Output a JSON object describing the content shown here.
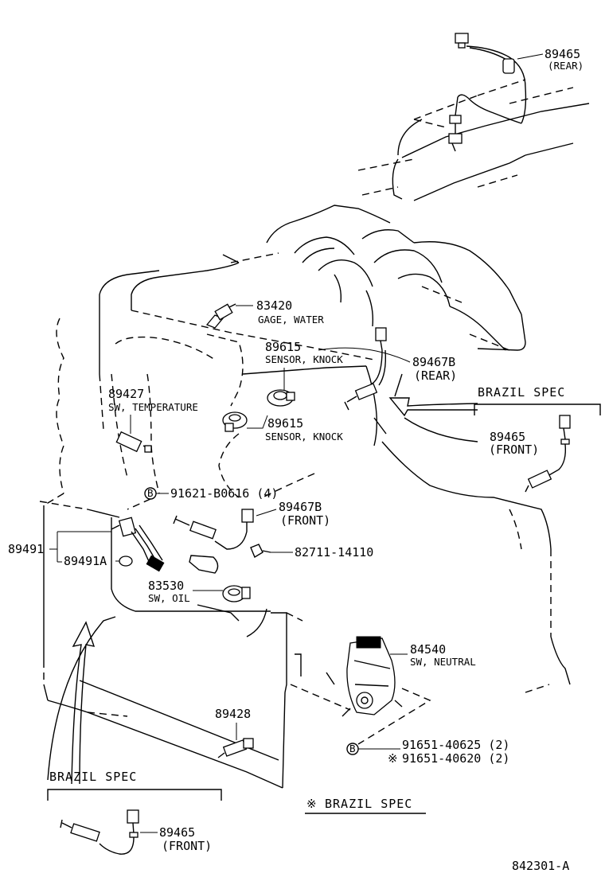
{
  "labels": {
    "p89465_rear_num": "89465",
    "p89465_rear_sub": "(REAR)",
    "p83420_num": "83420",
    "p83420_sub": "GAGE, WATER",
    "p89615a_num": "89615",
    "p89615a_sub": "SENSOR, KNOCK",
    "p89467b_rear_num": "89467B",
    "p89467b_rear_sub": "(REAR)",
    "brazil_spec_right": "BRAZIL SPEC",
    "p89427_num": "89427",
    "p89427_sub": "SW, TEMPERATURE",
    "p89615b_num": "89615",
    "p89615b_sub": "SENSOR, KNOCK",
    "p89465_front_right_num": "89465",
    "p89465_front_right_sub": "(FRONT)",
    "p91621_code": "91621-B0616 (4)",
    "p89467b_front_num": "89467B",
    "p89467b_front_sub": "(FRONT)",
    "p89491_num": "89491",
    "p89491a_num": "89491A",
    "p82711_code": "82711-14110",
    "p83530_num": "83530",
    "p83530_sub": "SW, OIL",
    "p84540_num": "84540",
    "p84540_sub": "SW, NEUTRAL",
    "p89428_num": "89428",
    "p91651a_code": "91651-40625 (2)",
    "p91651b_code": "91651-40620 (2)",
    "p91651b_mark": "※",
    "marker_b": "B",
    "brazil_spec_left": "BRAZIL SPEC",
    "p89465_front_left_num": "89465",
    "p89465_front_left_sub": "(FRONT)",
    "brazil_note_mark": "※",
    "brazil_note": "BRAZIL SPEC",
    "diagram_id": "842301-A"
  }
}
